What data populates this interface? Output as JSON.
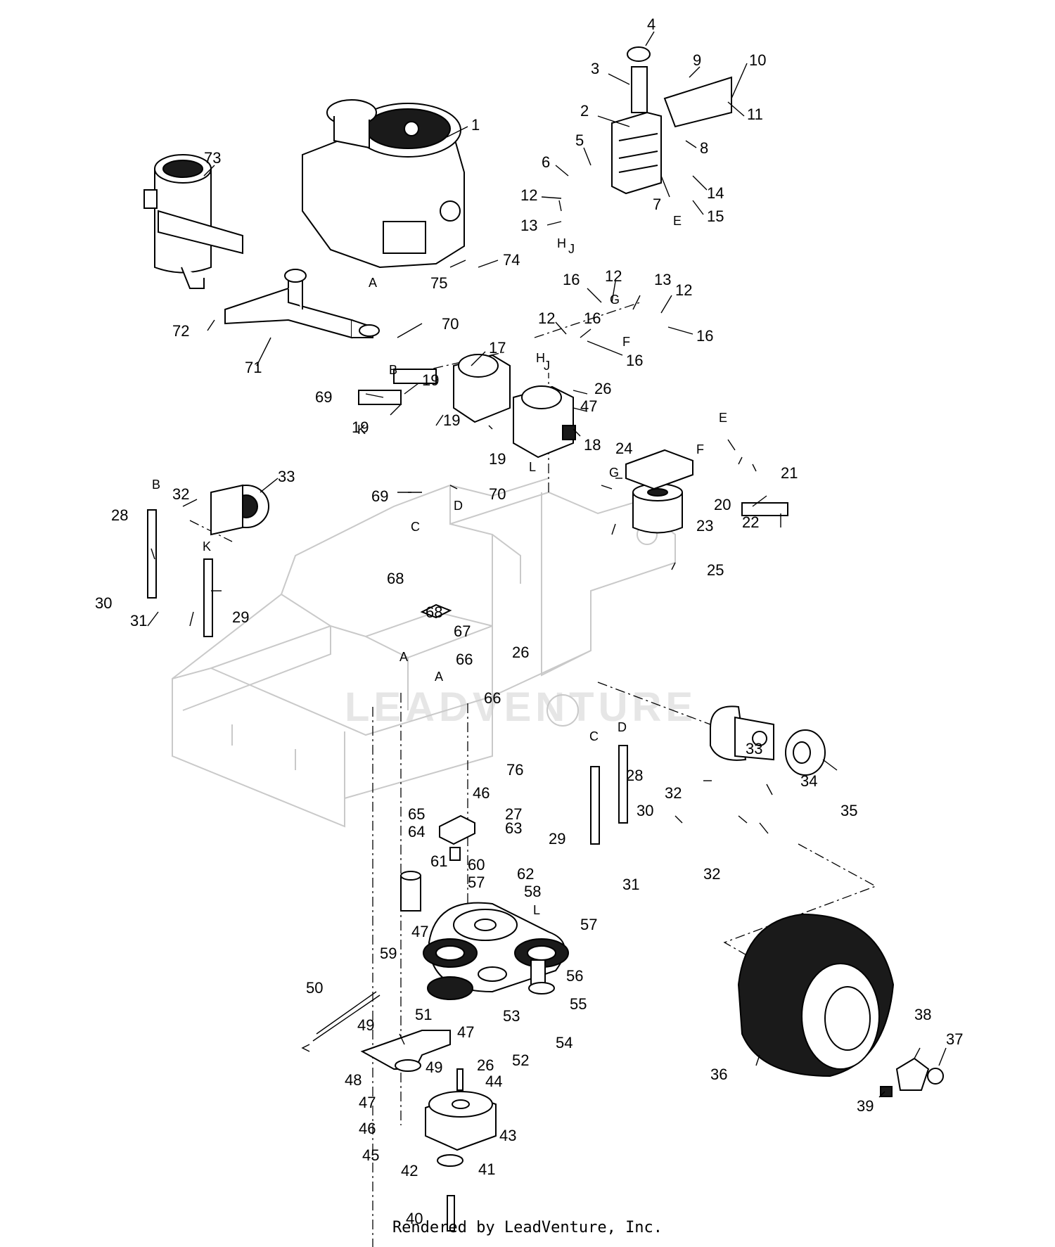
{
  "watermark": "LEADVENTURE",
  "footer": "Rendered by LeadVenture, Inc.",
  "callouts": [
    "1",
    "2",
    "3",
    "4",
    "5",
    "6",
    "7",
    "8",
    "9",
    "10",
    "11",
    "12",
    "13",
    "14",
    "15",
    "16",
    "17",
    "18",
    "19",
    "20",
    "21",
    "22",
    "23",
    "24",
    "25",
    "26",
    "27",
    "28",
    "29",
    "30",
    "31",
    "32",
    "33",
    "34",
    "35",
    "36",
    "37",
    "38",
    "39",
    "40",
    "41",
    "42",
    "43",
    "44",
    "45",
    "46",
    "47",
    "48",
    "49",
    "50",
    "51",
    "52",
    "53",
    "54",
    "55",
    "56",
    "57",
    "58",
    "59",
    "60",
    "61",
    "62",
    "63",
    "64",
    "65",
    "66",
    "67",
    "68",
    "69",
    "70",
    "71",
    "72",
    "73",
    "74",
    "75",
    "76"
  ],
  "connection_letters": [
    "A",
    "B",
    "C",
    "D",
    "E",
    "F",
    "G",
    "H",
    "J",
    "K",
    "L"
  ]
}
